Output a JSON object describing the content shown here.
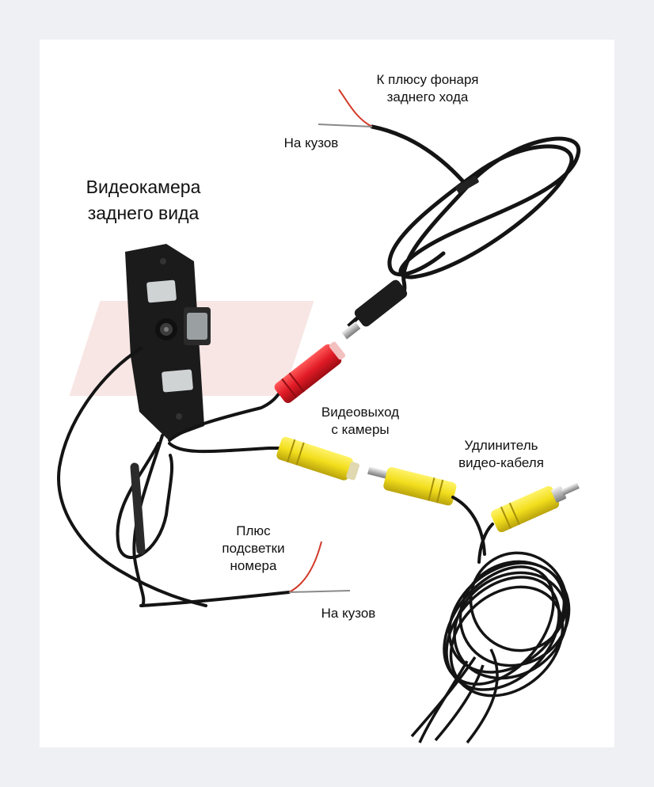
{
  "diagram": {
    "camera_title": [
      "Видеокамера",
      "заднего вида"
    ],
    "plus_reverse_light": [
      "К плюсу фонаря",
      "заднего хода"
    ],
    "ground_top": "На кузов",
    "video_out": [
      "Видеовыход",
      "с камеры"
    ],
    "extension_cable": [
      "Удлинитель",
      "видео-кабеля"
    ],
    "plate_light_plus": [
      "Плюс",
      "подсветки",
      "номера"
    ],
    "ground_bottom": "На кузов"
  },
  "colors": {
    "background": "#eef0f3",
    "card": "#ffffff",
    "cable": "#141414",
    "camera_body": "#1b1b1b",
    "rca_yellow": "#f2de1c",
    "rca_red": "#e11b26",
    "wire_red": "#d23a2a",
    "text": "#111111"
  },
  "icons": [
    "camera-body",
    "dc-power-plug",
    "rca-red-jack",
    "rca-yellow-jack",
    "rca-yellow-plug",
    "cable-coil"
  ]
}
